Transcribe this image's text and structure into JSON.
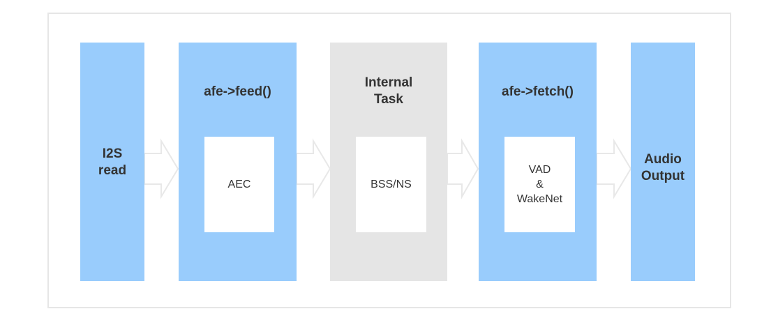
{
  "diagram": {
    "blocks": [
      {
        "id": "i2s-read",
        "title": "I2S\nread"
      },
      {
        "id": "afe-feed",
        "title": "afe->feed()",
        "inner": "AEC"
      },
      {
        "id": "internal-task",
        "title": "Internal\nTask",
        "inner": "BSS/NS"
      },
      {
        "id": "afe-fetch",
        "title": "afe->fetch()",
        "inner": "VAD\n&\nWakeNet"
      },
      {
        "id": "audio-output",
        "title": "Audio\nOutput"
      }
    ],
    "colors": {
      "block_blue": "#99ccfc",
      "block_grey": "#e5e5e5",
      "arrow": "#f0f0f0",
      "frame_border": "#e6e6e6",
      "text": "#333333"
    }
  }
}
